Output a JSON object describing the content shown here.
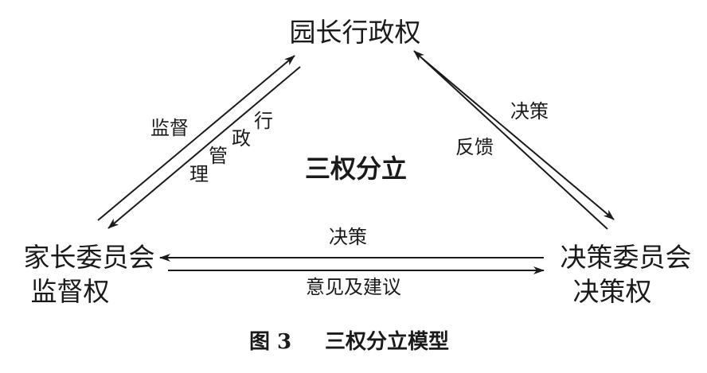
{
  "nodes": {
    "top": "园长行政权",
    "left_line1": "家长委员会",
    "left_line2": "监督权",
    "right_line1": "决策委员会",
    "right_line2": "决策权"
  },
  "center": "三权分立",
  "edges": {
    "left_outer": "监督",
    "left_inner_chars": [
      "管",
      "理",
      "行",
      "政"
    ],
    "right_outer": "决策",
    "right_inner": "反馈",
    "bottom_top": "决策",
    "bottom_bottom": "意见及建议"
  },
  "caption": {
    "figure_label": "图 3",
    "title": "三权分立模型"
  }
}
